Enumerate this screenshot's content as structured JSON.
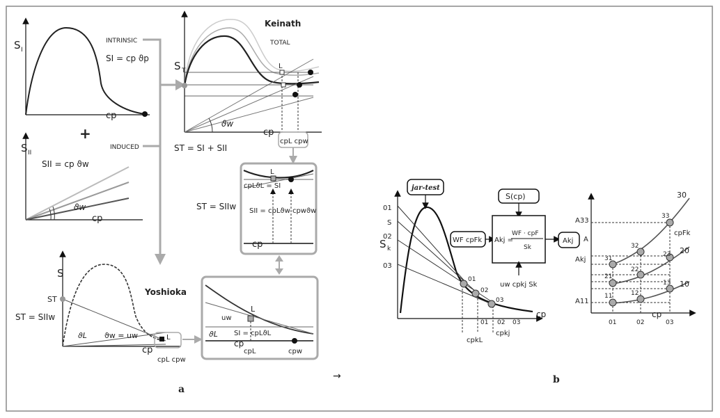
{
  "panel_a": {
    "letter": "a",
    "intrinsic": {
      "ylabel": "S",
      "ysub": "I",
      "formula": "SI = cp ϑp",
      "arrow_label": "INTRINSIC",
      "xlabel": "cp"
    },
    "plus": "+",
    "induced": {
      "ylabel": "S",
      "ysub": "II",
      "formula": "SII = cp ϑw",
      "arrow_label": "INDUCED",
      "xlabel": "cp",
      "angle_label": "ϑw"
    },
    "keinath": {
      "title": "Keinath",
      "total": "TOTAL",
      "ylabel": "S",
      "ysub": "T",
      "xlabel": "cp",
      "angle_label": "ϑw",
      "point": "L",
      "formula": "ST = SI + SII",
      "box": "cpL cpw"
    },
    "zoom_top": {
      "formula": "ST = SIIw",
      "point": "L",
      "label1": "cpLϑL = SI",
      "label2": "SII = cpLϑw   cpwϑw",
      "xlabel": "cp"
    },
    "yoshioka": {
      "title": "Yoshioka",
      "ylabel": "S",
      "ytick": "ST",
      "formula": "ST = SIIw",
      "label_thetaL": "ϑL",
      "label_theta": "ϑw = uw",
      "xlabel": "cp",
      "point": "L",
      "box": "cpL cpw"
    },
    "zoom_bottom": {
      "point": "L",
      "label_uw": "uw",
      "label_theta": "ϑL",
      "label_S": "SI = cpLϑL",
      "cpL": "cpL",
      "cp": "cp",
      "cpw": "cpw"
    }
  },
  "arrow_between": "→",
  "panel_b": {
    "letter": "b",
    "jar_test": "jar-test",
    "ylabel": "S",
    "ysub": "k",
    "labels_left": [
      "01",
      "S",
      "02",
      "03"
    ],
    "curve_points": [
      "01",
      "02",
      "03"
    ],
    "x_ticks": [
      "01",
      "02",
      "03"
    ],
    "xlabel": "cp",
    "cpkL": "cpkL",
    "cpkj": "cpkj",
    "s_cp": "S(cp)",
    "wf_box": "WF cpFk",
    "akj_eq": {
      "lhs": "Akj =",
      "num": "WF · cpF",
      "den": "Sk"
    },
    "akj_out": "Akj",
    "bottom_formula": "uw cpkj Sk",
    "right_chart": {
      "y_labels": [
        "A33",
        "A",
        "Akj",
        "A11"
      ],
      "series_labels": [
        "30",
        "20",
        "10"
      ],
      "points": [
        "11",
        "12",
        "13",
        "21",
        "22",
        "23",
        "31",
        "32",
        "33"
      ],
      "x_ticks": [
        "01",
        "02",
        "03"
      ],
      "xlabel": "cp",
      "cpfk": "cpFk"
    }
  }
}
